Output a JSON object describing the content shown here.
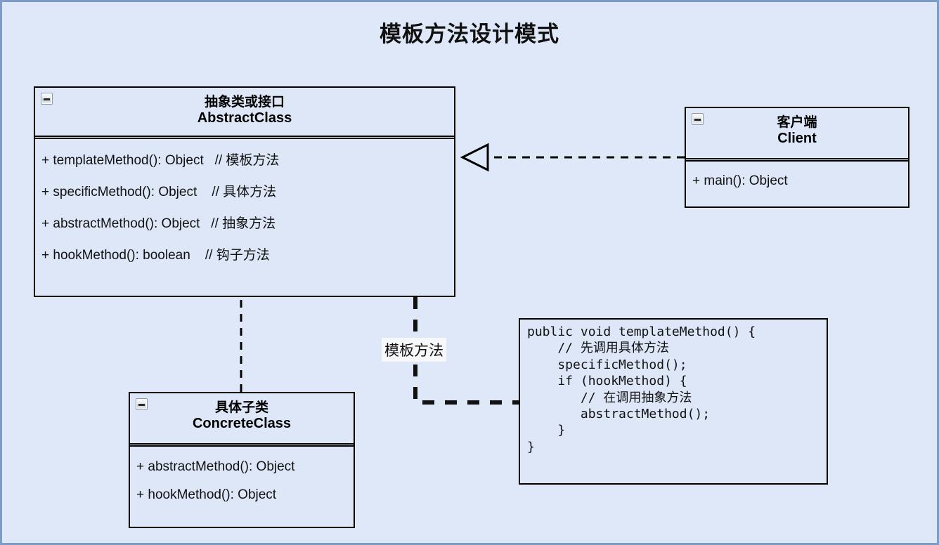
{
  "diagram": {
    "title": "模板方法设计模式",
    "background_color": "#dfe8f8",
    "frame_border_color": "#7d9cc8",
    "box_fill_color": "#dde7f8",
    "box_border_color": "#000000"
  },
  "abstract_class": {
    "title_cn": "抽象类或接口",
    "title_en": "AbstractClass",
    "collapse_icon": "minus-icon",
    "members": [
      "+ templateMethod(): Object   // 模板方法",
      "+ specificMethod(): Object    // 具体方法",
      "+ abstractMethod(): Object   // 抽象方法",
      "+ hookMethod(): boolean    // 钩子方法"
    ]
  },
  "client_class": {
    "title_cn": "客户端",
    "title_en": "Client",
    "collapse_icon": "minus-icon",
    "members": [
      "+ main(): Object"
    ]
  },
  "concrete_class": {
    "title_cn": "具体子类",
    "title_en": "ConcreteClass",
    "collapse_icon": "minus-icon",
    "members": [
      "+ abstractMethod(): Object",
      "+ hookMethod(): Object"
    ]
  },
  "code_note": {
    "code": "public void templateMethod() {\n    // 先调用具体方法\n    specificMethod();\n    if (hookMethod) {\n       // 在调用抽象方法\n       abstractMethod();\n    }\n}"
  },
  "connectors": [
    {
      "name": "client-to-abstract-dependency",
      "from": "客户端 Client",
      "to": "抽象类或接口 AbstractClass",
      "style": "dashed",
      "arrow": "hollow-triangle",
      "label": ""
    },
    {
      "name": "concrete-to-abstract-realization",
      "from": "具体子类 ConcreteClass",
      "to": "抽象类或接口 AbstractClass",
      "style": "dashed",
      "arrow": "hollow-triangle",
      "label": ""
    },
    {
      "name": "abstract-to-code-note",
      "from": "抽象类或接口 AbstractClass",
      "to": "code-note",
      "style": "dashed-thick",
      "arrow": "none",
      "label": "模板方法"
    }
  ],
  "edge_labels": {
    "template_method": "模板方法"
  }
}
